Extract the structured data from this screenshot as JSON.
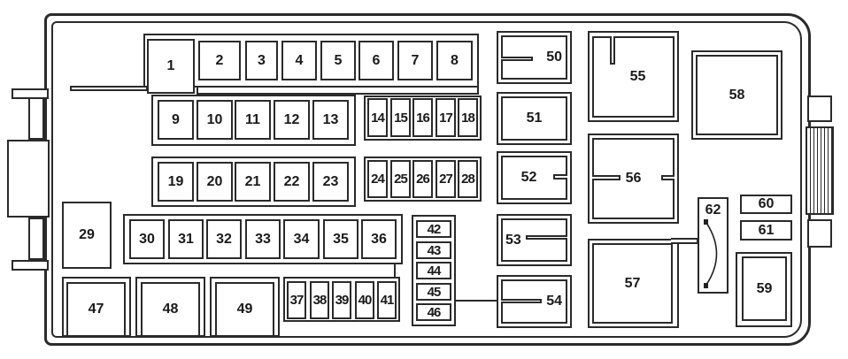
{
  "diagram": {
    "title": "Fuse box layout",
    "labels": [
      "1",
      "2",
      "3",
      "4",
      "5",
      "6",
      "7",
      "8",
      "9",
      "10",
      "11",
      "12",
      "13",
      "14",
      "15",
      "16",
      "17",
      "18",
      "19",
      "20",
      "21",
      "22",
      "23",
      "24",
      "25",
      "26",
      "27",
      "28",
      "29",
      "30",
      "31",
      "32",
      "33",
      "34",
      "35",
      "36",
      "37",
      "38",
      "39",
      "40",
      "41",
      "42",
      "43",
      "44",
      "45",
      "46",
      "47",
      "48",
      "49",
      "50",
      "51",
      "52",
      "53",
      "54",
      "55",
      "56",
      "57",
      "58",
      "59",
      "60",
      "61",
      "62"
    ]
  }
}
